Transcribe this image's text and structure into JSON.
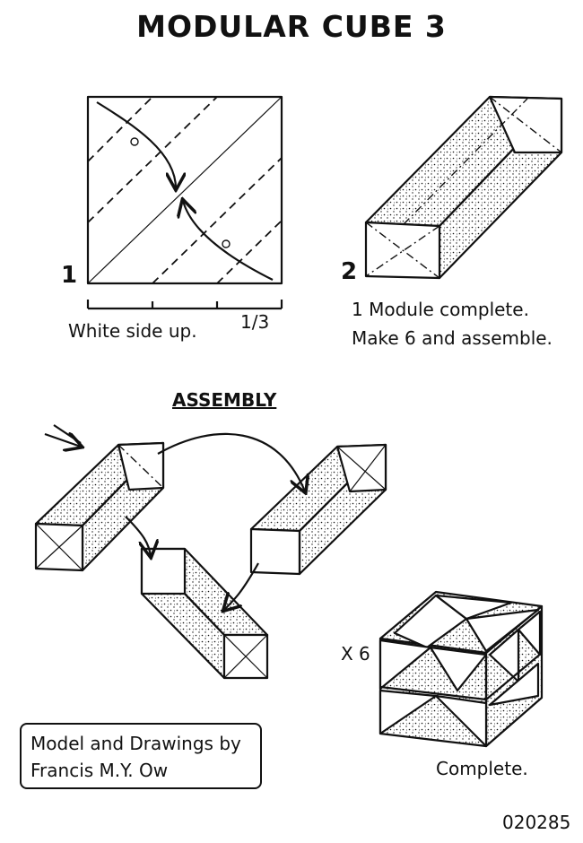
{
  "title": "MODULAR CUBE 3",
  "step1": {
    "number": "1",
    "caption": "White side up.",
    "fraction_label": "1/3"
  },
  "step2": {
    "number": "2",
    "caption_line1": "1 Module complete.",
    "caption_line2": "Make 6 and assemble."
  },
  "assembly": {
    "heading": "ASSEMBLY"
  },
  "complete": {
    "multiplier": "X 6",
    "caption": "Complete."
  },
  "credit": {
    "line1": "Model and Drawings by",
    "line2": "Francis M.Y. Ow"
  },
  "code": "020285"
}
